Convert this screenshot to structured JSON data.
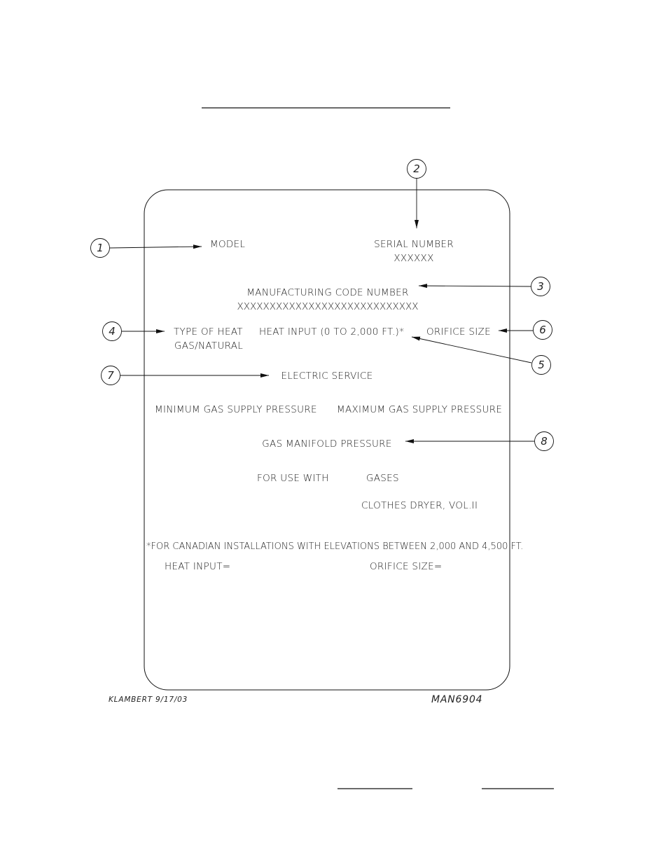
{
  "plate": {
    "model": "MODEL",
    "serial_number": "SERIAL NUMBER",
    "serial_value": "XXXXXX",
    "manufacturing_code": "MANUFACTURING CODE NUMBER",
    "manufacturing_value": "XXXXXXXXXXXXXXXXXXXXXXXXXXXX",
    "type_of_heat": "TYPE OF HEAT",
    "type_value": "GAS/NATURAL",
    "heat_input": "HEAT INPUT (0 TO 2,000 FT.)*",
    "orifice_size": "ORIFICE SIZE",
    "electric_service": "ELECTRIC SERVICE",
    "min_gas_pressure": "MINIMUM GAS SUPPLY PRESSURE",
    "max_gas_pressure": "MAXIMUM GAS SUPPLY PRESSURE",
    "gas_manifold": "GAS MANIFOLD PRESSURE",
    "for_use_with": "FOR USE WITH",
    "gases": "GASES",
    "clothes_dryer": "CLOTHES DRYER, VOL.II",
    "canadian_note": "*FOR CANADIAN INSTALLATIONS WITH ELEVATIONS BETWEEN 2,000 AND 4,500 FT.",
    "heat_input_eq": "HEAT INPUT=",
    "orifice_size_eq": "ORIFICE SIZE="
  },
  "callouts": [
    "1",
    "2",
    "3",
    "4",
    "5",
    "6",
    "7",
    "8"
  ],
  "footer": {
    "drafter": "KLAMBERT 9/17/03",
    "drawing_no": "MAN6904"
  },
  "colors": {
    "ink": "#222222",
    "background": "#ffffff"
  }
}
